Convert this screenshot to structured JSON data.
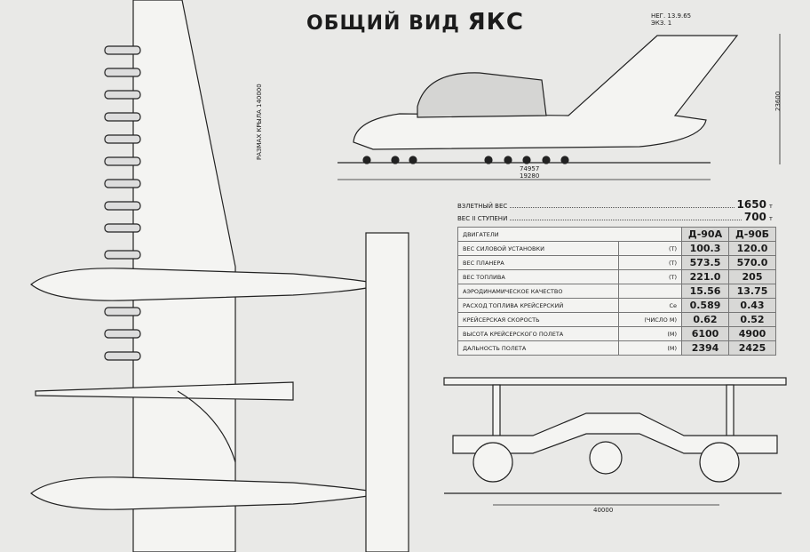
{
  "title": {
    "prefix": "ОБЩИЙ ВИД",
    "name": "ЯКС"
  },
  "sheet_note": {
    "line1": "НЕГ. 13.9.65",
    "line2": "ЭКЗ. 1"
  },
  "dimensions": {
    "wingspan": "РАЗМАХ КРЫЛА 140000",
    "height": "23600",
    "length_1": "74957",
    "length_2": "19280",
    "track": "40000"
  },
  "specs": {
    "takeoff_weight": {
      "label": "ВЗЛЕТНЫЙ ВЕС",
      "value": "1650",
      "unit": "т"
    },
    "stage2_weight": {
      "label": "ВЕС II СТУПЕНИ",
      "value": "700",
      "unit": "т"
    }
  },
  "table": {
    "header": {
      "label": "ДВИГАТЕЛИ",
      "col1": "Д-90А",
      "col2": "Д-90Б"
    },
    "rows": [
      {
        "label": "ВЕС СИЛОВОЙ УСТАНОВКИ",
        "unit": "(Т)",
        "a": "100.3",
        "b": "120.0"
      },
      {
        "label": "ВЕС ПЛАНЕРА",
        "unit": "(Т)",
        "a": "573.5",
        "b": "570.0"
      },
      {
        "label": "ВЕС ТОПЛИВА",
        "unit": "(Т)",
        "a": "221.0",
        "b": "205"
      },
      {
        "label": "АЭРОДИНАМИЧЕСКОЕ КАЧЕСТВО",
        "unit": "",
        "a": "15.56",
        "b": "13.75"
      },
      {
        "label": "РАСХОД ТОПЛИВА КРЕЙСЕРСКИЙ",
        "unit": "Се",
        "a": "0.589",
        "b": "0.43"
      },
      {
        "label": "КРЕЙСЕРСКАЯ СКОРОСТЬ",
        "unit": "(ЧИСЛО М)",
        "a": "0.62",
        "b": "0.52"
      },
      {
        "label": "ВЫСОТА КРЕЙСЕРСКОГО ПОЛЕТА",
        "unit": "(М)",
        "a": "6100",
        "b": "4900"
      },
      {
        "label": "ДАЛЬНОСТЬ ПОЛЕТА",
        "unit": "(М)",
        "a": "2394",
        "b": "2425"
      }
    ]
  }
}
